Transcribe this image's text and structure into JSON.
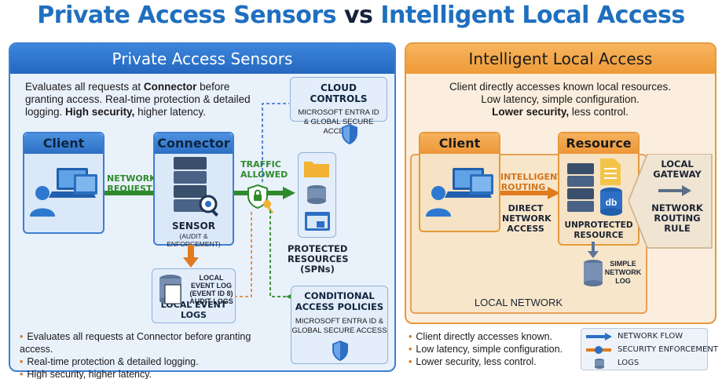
{
  "title": {
    "part1": "Private Access Sensors",
    "vs": "vs",
    "part2": "Intelligent Local Access"
  },
  "left": {
    "header": "Private Access Sensors",
    "desc": {
      "l1a": "Evaluates all requests at ",
      "l1b": "Connector",
      "l1c": " before",
      "l2": "granting access. Real-time protection & detailed",
      "l3a": "logging. ",
      "l3b": "High security,",
      "l3c": " higher latency."
    },
    "cloud_controls": {
      "title": "CLOUD CONTROLS",
      "line1": "MICROSOFT ENTRA ID",
      "line2": "& GLOBAL SECURE ACCESS"
    },
    "client": "Client",
    "connector": "Connector",
    "network_request": [
      "NETWORK",
      "REQUEST"
    ],
    "sensor": "SENSOR",
    "sensor_sub": "(AUDIT & ENFORCEMENT)",
    "traffic_allowed": [
      "TRAFFIC",
      "ALLOWED"
    ],
    "protected": [
      "PROTECTED",
      "RESOURCES",
      "(SPNs)"
    ],
    "local_log": {
      "lines": [
        "LOCAL",
        "EVENT LOG",
        "(EVENT ID 8)",
        "AUDIT LOGS"
      ],
      "title": "LOCAL EVENT LOGS"
    },
    "cap": {
      "title1": "CONDITIONAL",
      "title2": "ACCESS POLICIES",
      "line1": "MICROSOFT ENTRA ID &",
      "line2": "GLOBAL SECURE ACCESS"
    },
    "bullets": [
      "Evaluates all requests at Connector before granting access.",
      "Real-time protection & detailed logging.",
      "High security, higher latency."
    ]
  },
  "right": {
    "header": "Intelligent Local Access",
    "desc": {
      "l1": "Client directly accesses known local resources.",
      "l2": "Low latency, simple configuration.",
      "l3a": "Lower security,",
      "l3b": " less control."
    },
    "client": "Client",
    "resource": "Resource",
    "intelligent_routing": [
      "INTELLIGENT",
      "ROUTING"
    ],
    "direct_access": [
      "DIRECT",
      "NETWORK",
      "ACCESS"
    ],
    "unprotected": [
      "UNPROTECTED",
      "RESOURCE"
    ],
    "db_label": "db",
    "local_gateway": [
      "LOCAL",
      "GATEWAY"
    ],
    "routing_rule": [
      "NETWORK",
      "ROUTING",
      "RULE"
    ],
    "simple_log": [
      "SIMPLE",
      "NETWORK",
      "LOG"
    ],
    "local_network": "LOCAL NETWORK",
    "bullets": [
      "Client directly accesses known.",
      "Low latency, simple configuration.",
      "Lower security, less control."
    ]
  },
  "legend": {
    "network_flow": "NETWORK FLOW",
    "security_enforcement": "SECURITY ENFORCEMENT",
    "logs": "LOGS"
  },
  "colors": {
    "blue": "#2c6fc4",
    "orange": "#ee9a37",
    "green": "#2f8a2c",
    "flow_orange": "#e07b1f"
  }
}
